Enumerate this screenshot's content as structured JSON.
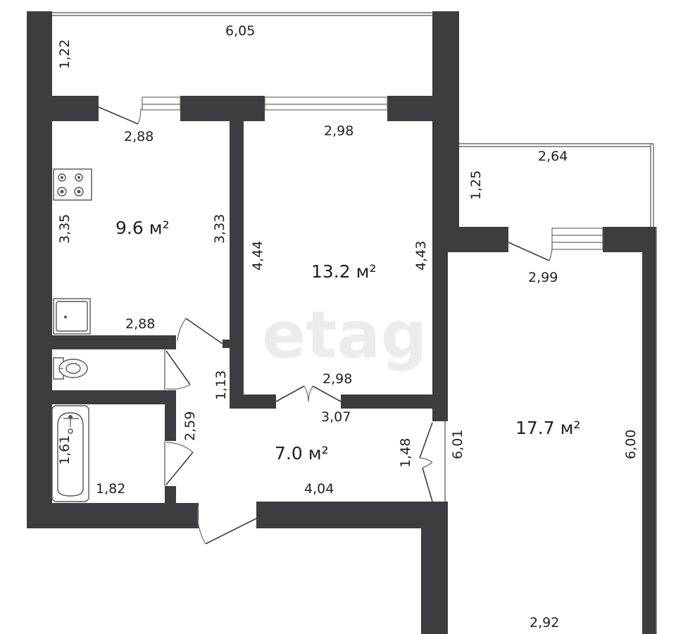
{
  "rooms": {
    "kitchen_area": "9.6 м²",
    "room_middle_area": "13.2 м²",
    "room_right_area": "17.7 м²",
    "hall_area": "7.0 м²"
  },
  "dimensions": {
    "balcony_top_width": "6,05",
    "balcony_top_depth": "1,22",
    "kitchen_top": "2,88",
    "kitchen_left": "3,35",
    "kitchen_right": "3,33",
    "kitchen_bottom": "2,88",
    "middle_top": "2,98",
    "middle_left": "4,44",
    "middle_right": "4,43",
    "middle_bottom": "2,98",
    "balcony_right_width": "2,64",
    "balcony_right_depth": "1,25",
    "right_room_top": "2,99",
    "right_room_left": "6,01",
    "right_room_right": "6,00",
    "right_room_bottom": "2,92",
    "hall_top": "3,07",
    "hall_left": "2,59",
    "hall_right": "1,48",
    "hall_bottom": "4,04",
    "wc_corridor": "1,13",
    "bath_left": "1,61",
    "bath_bottom": "1,82"
  },
  "watermark": "etagi"
}
